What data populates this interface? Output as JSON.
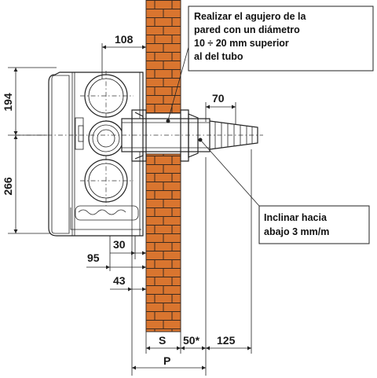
{
  "dimensions": {
    "d108": "108",
    "d194": "194",
    "d266": "266",
    "d70": "70",
    "d30": "30",
    "d95": "95",
    "d43": "43",
    "dS": "S",
    "d50": "50*",
    "d125": "125",
    "dP": "P"
  },
  "notes": {
    "wall_hole": [
      "Realizar el agujero de la",
      "pared con un diámetro",
      "10 ÷ 20 mm  superior",
      "al del tubo"
    ],
    "slope": [
      "Inclinar hacia",
      "abajo 3 mm/m"
    ]
  },
  "colors": {
    "brick": "#d9752f",
    "mortar": "#3a2a20",
    "line": "#222222",
    "pipe": "#ffffff"
  }
}
